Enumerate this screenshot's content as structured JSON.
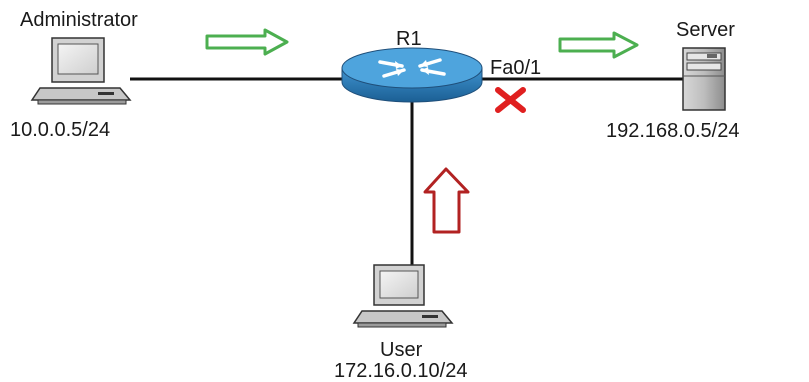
{
  "devices": {
    "administrator": {
      "name": "Administrator",
      "ip": "10.0.0.5/24"
    },
    "router": {
      "name": "R1",
      "interface": "Fa0/1"
    },
    "server": {
      "name": "Server",
      "ip": "192.168.0.5/24"
    },
    "user": {
      "name": "User",
      "ip": "172.16.0.10/24"
    }
  },
  "colors": {
    "link": "#111111",
    "router_body": "#2f86c6",
    "green_arrow": "#4caf50",
    "red_arrow": "#b22222",
    "blocked_mark": "#e02020"
  },
  "icons": {
    "administrator": "desktop-computer-icon",
    "user": "desktop-computer-icon",
    "server": "server-tower-icon",
    "router": "router-icon",
    "blocked": "x-mark-icon"
  }
}
